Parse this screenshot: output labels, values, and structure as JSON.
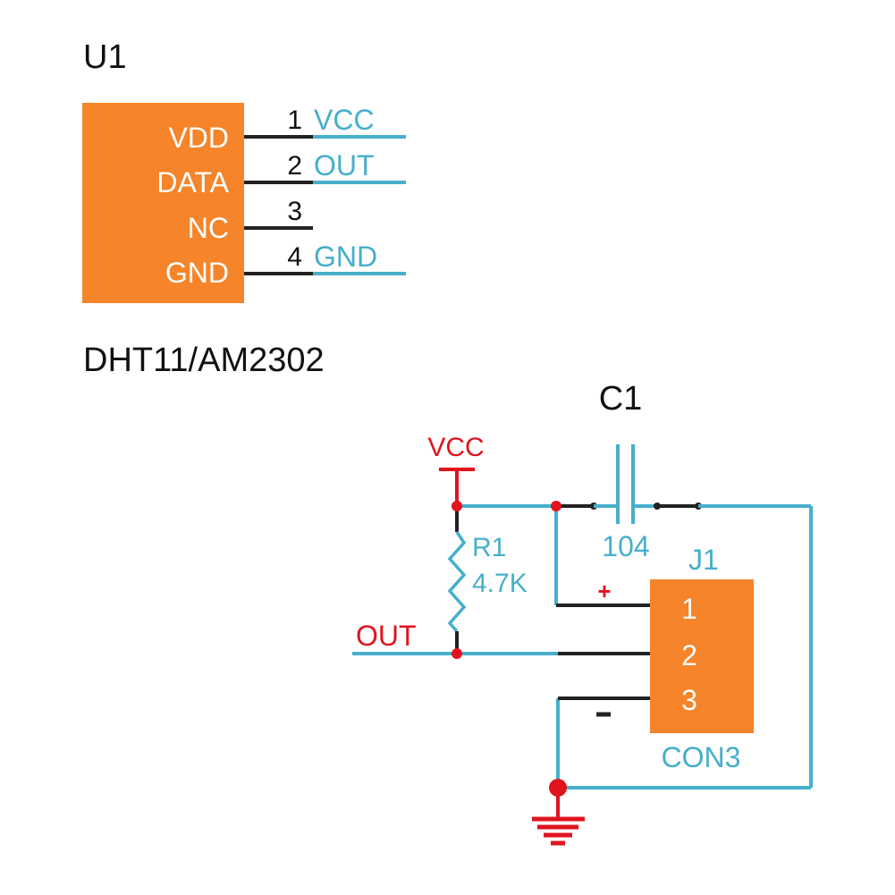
{
  "colors": {
    "orange": "#F5842A",
    "wire_blue": "#46AFCB",
    "pin_black": "#222222",
    "net_red": "#E0141E",
    "text_black": "#111111",
    "text_white": "#FFFFFF"
  },
  "u1": {
    "refdes": "U1",
    "part": "DHT11/AM2302",
    "pins": [
      {
        "number": "1",
        "name": "VDD",
        "net": "VCC"
      },
      {
        "number": "2",
        "name": "DATA",
        "net": "OUT"
      },
      {
        "number": "3",
        "name": "NC",
        "net": ""
      },
      {
        "number": "4",
        "name": "GND",
        "net": "GND"
      }
    ]
  },
  "c1": {
    "refdes": "C1",
    "value": "104"
  },
  "r1": {
    "refdes": "R1",
    "value": "4.7K"
  },
  "j1": {
    "refdes": "J1",
    "part": "CON3",
    "pins": [
      "1",
      "2",
      "3"
    ],
    "plus_label": "+",
    "minus_label": "-"
  },
  "nets": {
    "vcc": "VCC",
    "out": "OUT"
  }
}
